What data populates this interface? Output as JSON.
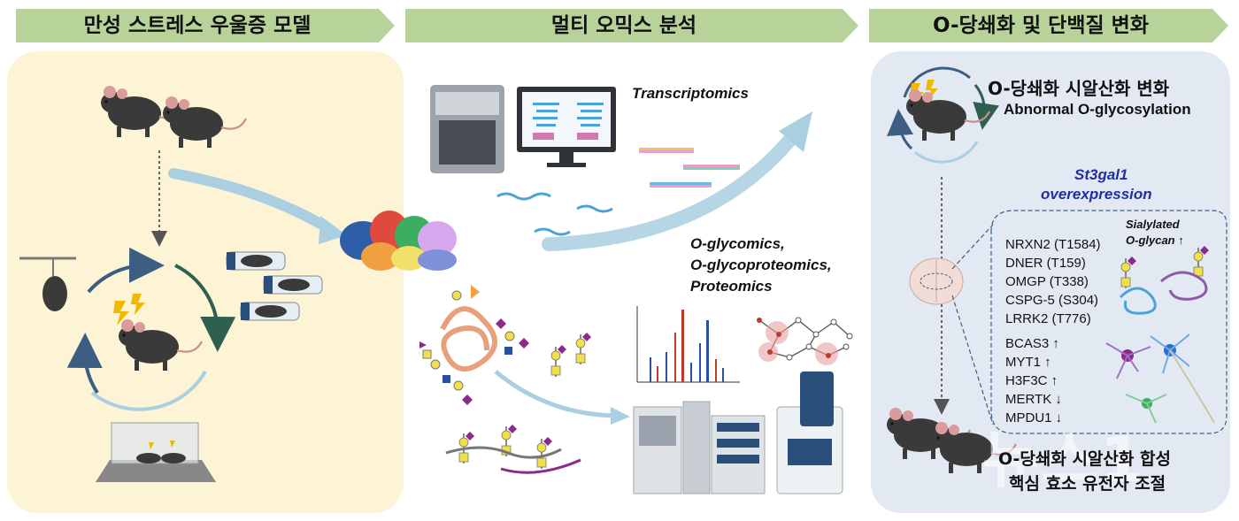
{
  "banners": [
    {
      "label": "만성 스트레스 우울증 모델",
      "color": "#b8d39a"
    },
    {
      "label": "멀티 오믹스 분석",
      "color": "#b8d39a"
    },
    {
      "label": "O-당쇄화 및 단백질 변화",
      "color": "#b8d39a"
    }
  ],
  "middle": {
    "transcriptomics": "Transcriptomics",
    "omics_lines": [
      "O-glycomics,",
      "O-glycoproteomics,",
      "Proteomics"
    ]
  },
  "right": {
    "title_kr": "O-당쇄화 시알산화 변화",
    "title_en": "Abnormal O-glycosylation",
    "gene_line1": "St3gal1",
    "gene_line2": "overexpression",
    "sialylated_line1": "Sialylated",
    "sialylated_line2": "O-glycan ↑",
    "proteins": [
      "NRXN2 (T1584)",
      "DNER (T159)",
      "OMGP (T338)",
      "CSPG-5 (S304)",
      "LRRK2 (T776)"
    ],
    "genes": [
      "BCAS3 ↑",
      "MYT1 ↑",
      "H3F3C ↑",
      "MERTK ↓",
      "MPDU1 ↓"
    ],
    "bottom_line1": "O-당쇄화 시알산화 합성",
    "bottom_line2": "핵심 효소 유전자 조절"
  },
  "watermark": "뉴스1",
  "colors": {
    "banner": "#b8d39a",
    "panel_left": "#fdf4d6",
    "panel_right": "#e3e9f3",
    "gene_blue": "#1f2fa0",
    "arrow_light_blue": "#a9cfe0",
    "mouse": "#3a3a3a"
  }
}
